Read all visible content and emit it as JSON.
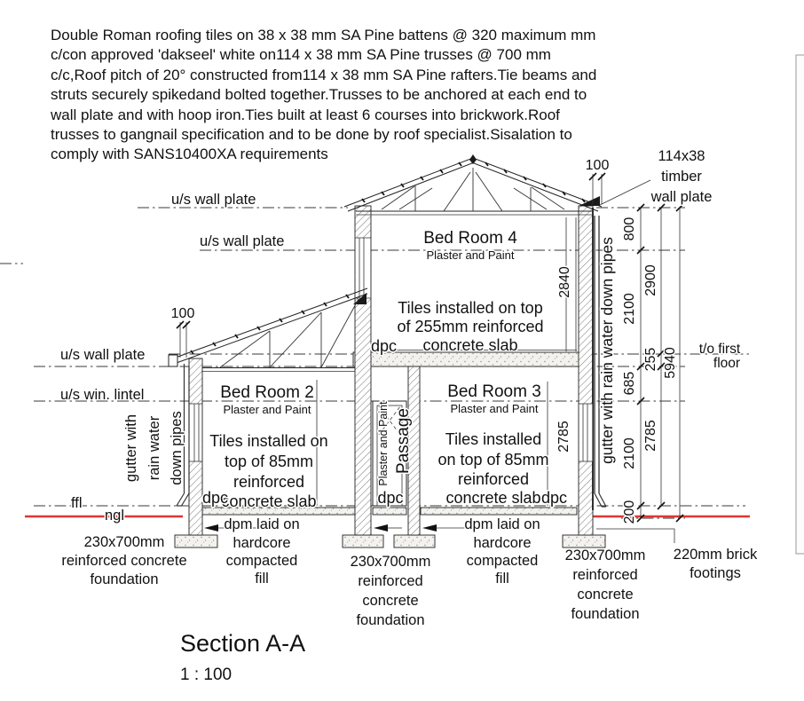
{
  "spec_note": "Double Roman roofing tiles on 38 x 38 mm SA Pine battens @ 320 maximum mm\nc/con approved 'dakseel' white on114 x 38 mm SA Pine trusses @ 700 mm\nc/c,Roof pitch of 20° constructed from114 x 38 mm SA Pine rafters.Tie beams and\nstruts securely spikedand bolted together.Trusses to be anchored at each end to\nwall plate and with hoop iron.Ties built at least 6 courses into brickwork.Roof\ntrusses to gangnail specification and to be done by roof specialist.Sisalation to\ncomply with SANS10400XA requirements",
  "title": {
    "label": "Section A-A",
    "scale": "1 : 100"
  },
  "levels": {
    "us_wall_plate_top": "u/s wall plate",
    "us_wall_plate_mid": "u/s wall plate",
    "us_wall_plate_low": "u/s wall plate",
    "us_win_lintel": "u/s win. lintel",
    "ffl": "ffl",
    "ngl": "ngl",
    "to_first_floor": [
      "t/o first",
      "floor"
    ]
  },
  "rooms": {
    "bed4": {
      "name": "Bed Room 4",
      "finish": "Plaster and Paint",
      "slab_note": [
        "Tiles installed on top",
        "of 255mm reinforced",
        "concrete slab"
      ],
      "height_dim": "2840"
    },
    "bed2": {
      "name": "Bed Room 2",
      "finish": "Plaster and Paint",
      "slab_note": [
        "Tiles installed on",
        "top of 85mm",
        "reinforced",
        "concrete slab"
      ]
    },
    "bed3": {
      "name": "Bed Room 3",
      "finish": "Plaster and Paint",
      "slab_note": [
        "Tiles installed",
        "on top of 85mm",
        "reinforced",
        "concrete slab"
      ],
      "height_dim": "2785"
    },
    "passage": {
      "name": "Passage",
      "finish": "Plaster and Paint"
    }
  },
  "dims": {
    "chain_inner": [
      "800",
      "2100",
      "685",
      "2100",
      "200"
    ],
    "chain_mid": [
      "2900",
      "255",
      "2785"
    ],
    "chain_outer": "5940",
    "eave_left": "100",
    "eave_right": "100"
  },
  "annotations": {
    "timber_wall_plate": [
      "114x38",
      "timber",
      "wall plate"
    ],
    "gutter_left": [
      "gutter with",
      "rain water",
      "down pipes"
    ],
    "gutter_right": "gutter with rain water down pipes",
    "dpc": "dpc",
    "dpm_left": [
      "dpm laid on",
      "hardcore",
      "compacted",
      "fill"
    ],
    "dpm_right": [
      "dpm laid on",
      "hardcore",
      "compacted",
      "fill"
    ],
    "foundation_left": [
      "230x700mm",
      "reinforced concrete",
      "foundation"
    ],
    "foundation_mid": [
      "230x700mm",
      "reinforced",
      "concrete",
      "foundation"
    ],
    "foundation_right": [
      "230x700mm",
      "reinforced",
      "concrete",
      "foundation"
    ],
    "brick_footings": [
      "220mm brick",
      "footings"
    ]
  }
}
